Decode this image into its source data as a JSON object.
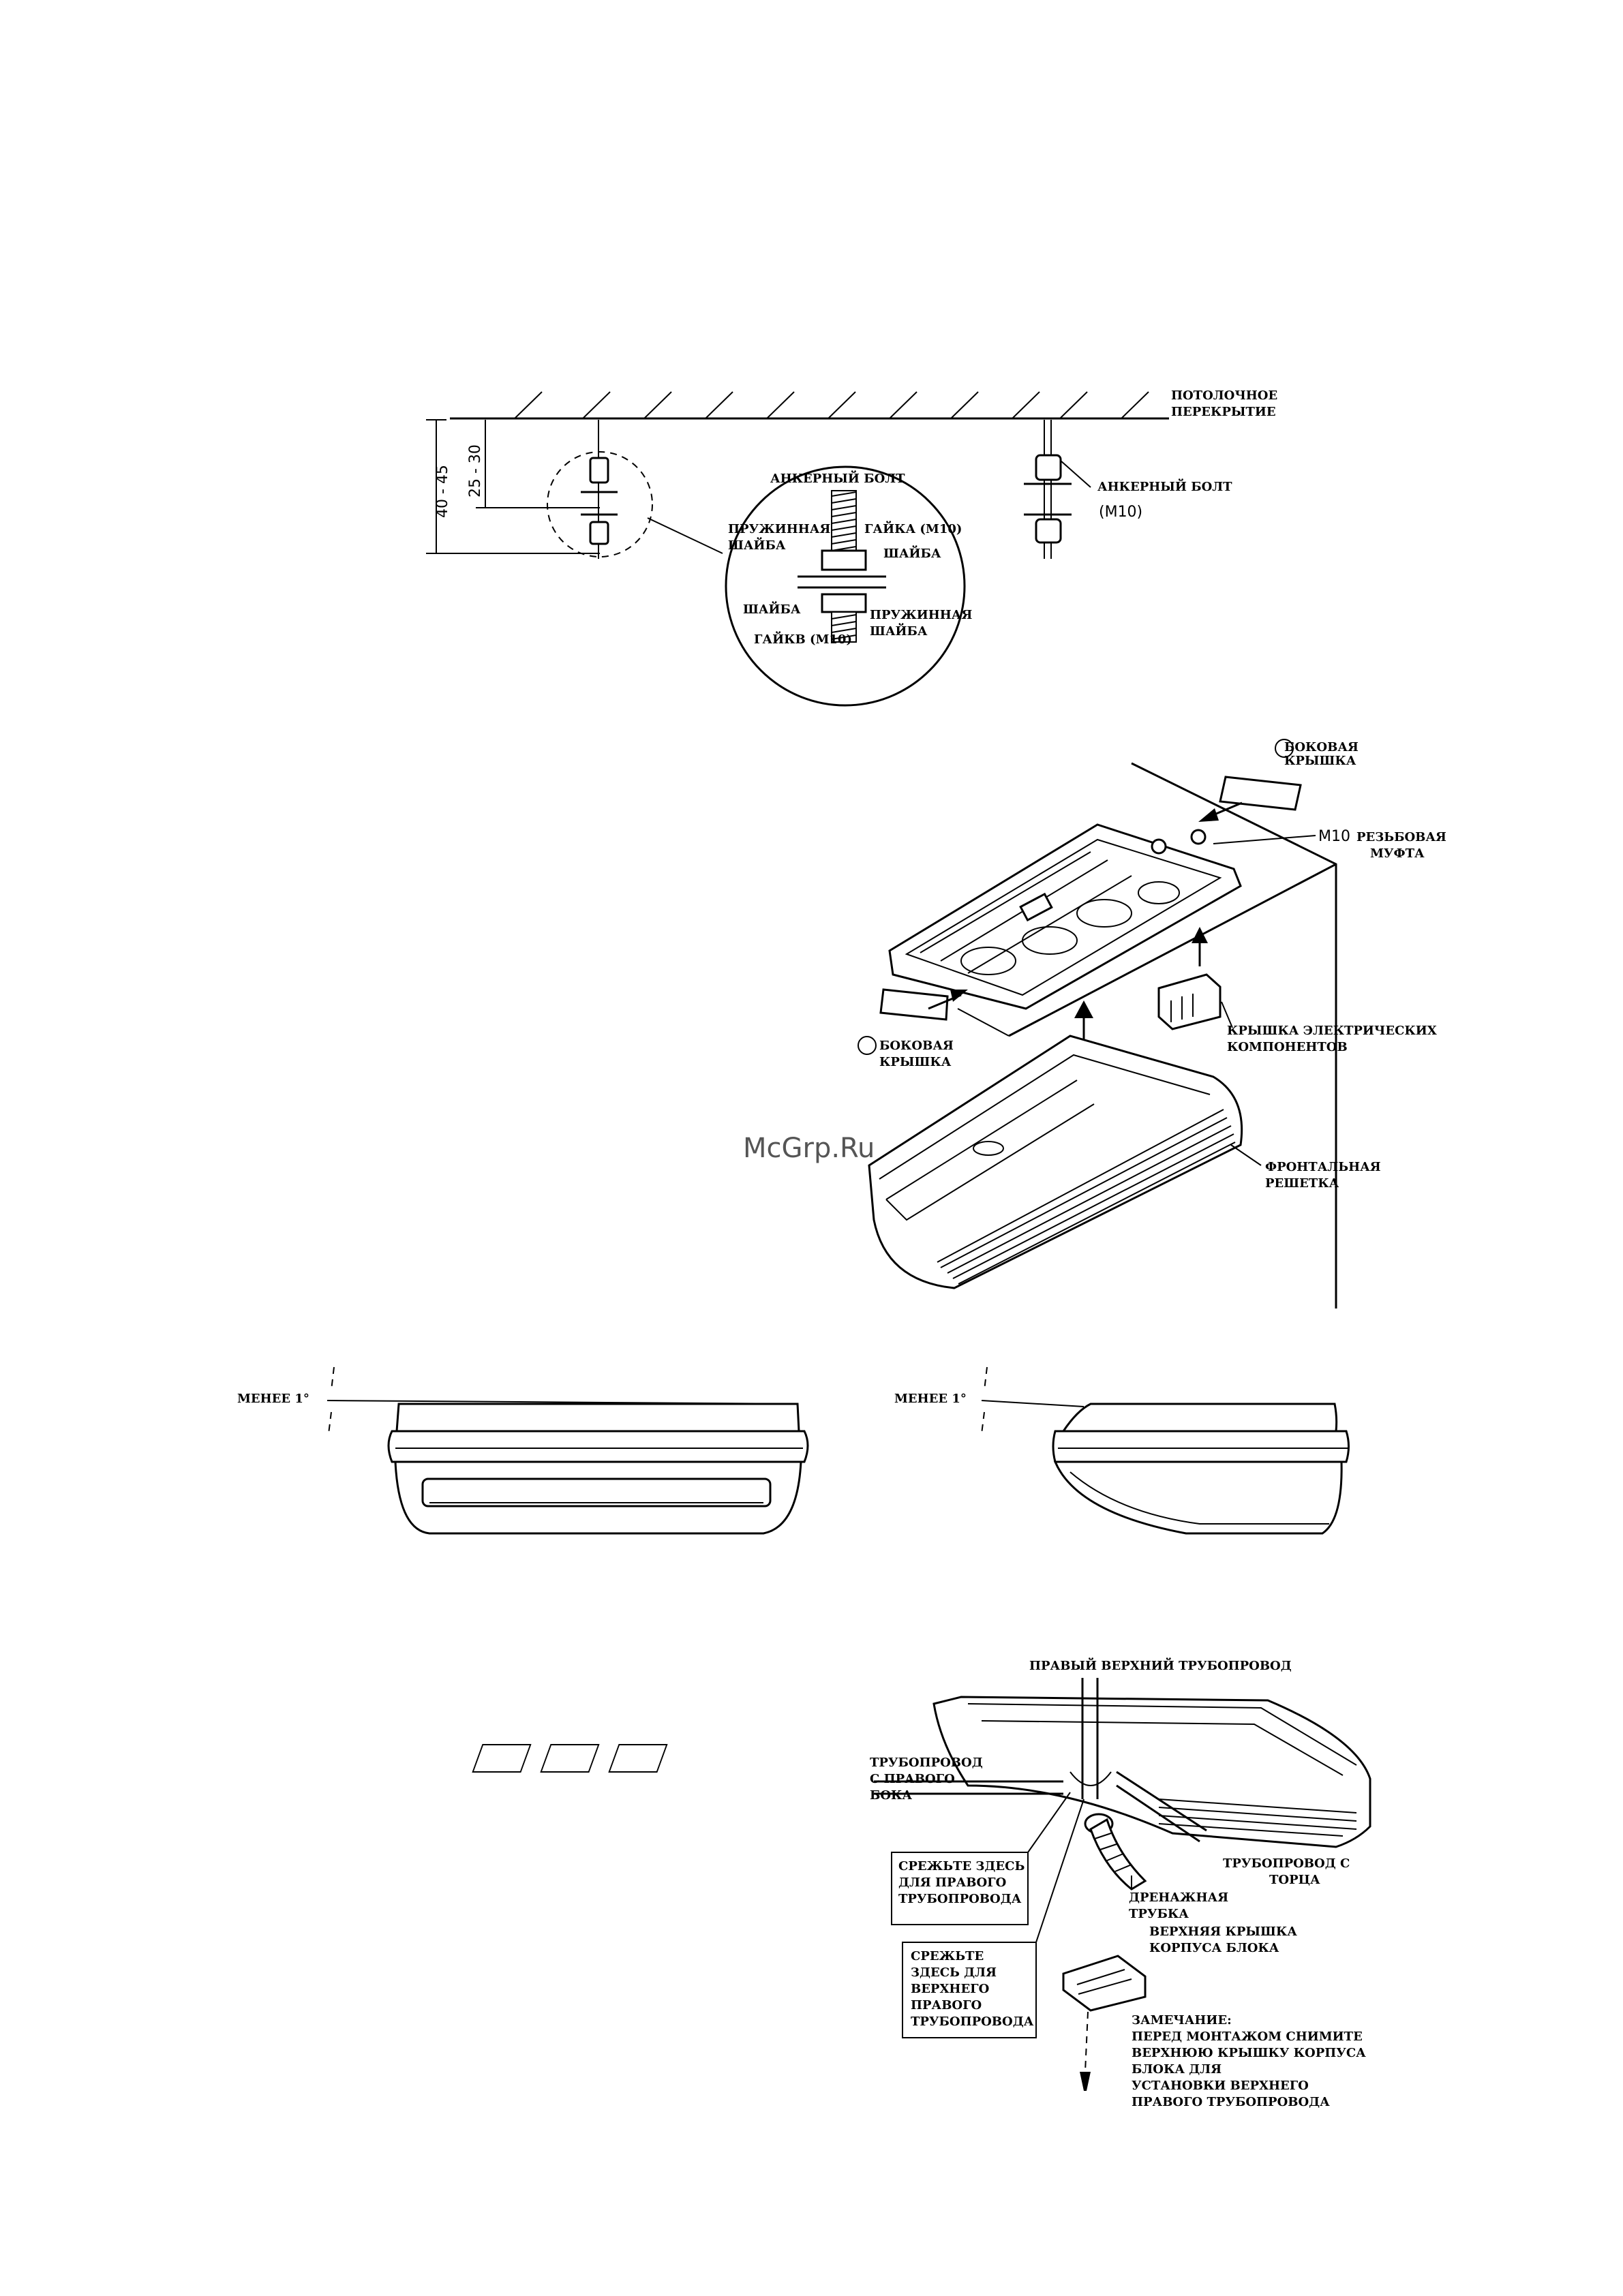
{
  "fig1": {
    "ceiling": [
      "ПОТОЛОЧНОЕ",
      "ПЕРЕКРЫТИЕ"
    ],
    "anchor_bolt_right": "АНКЕРНЫЙ БОЛТ",
    "m10_right": "(M10)",
    "dim_outer": "40 - 45",
    "dim_inner": "25 - 30",
    "anchor_bolt_detail": "АНКЕРНЫЙ БОЛТ",
    "spring_washer_top": [
      "ПРУЖИННАЯ",
      "ШАЙБА"
    ],
    "nut_m10_top": "ГАЙКА (M10)",
    "washer_top": "ШАЙБА",
    "washer_left": "ШАЙБА",
    "spring_washer_bottom": [
      "ПРУЖИННАЯ",
      "ШАЙБА"
    ],
    "nut_m10_bottom": "ГАЙКВ (M10)"
  },
  "fig2": {
    "side_cover_top": [
      "БОКОВАЯ",
      "КРЫШКА"
    ],
    "threaded_coupling_m10": "M10",
    "threaded_coupling": [
      "РЕЗЬБОВАЯ",
      "МУФТА"
    ],
    "side_cover_left": [
      "БОКОВАЯ",
      "КРЫШКА"
    ],
    "electrical_cover": [
      "КРЫШКА ЭЛЕКТРИЧЕСКИХ",
      "КОМПОНЕНТОВ"
    ],
    "front_grille": [
      "ФРОНТАЛЬНАЯ",
      "РЕШЕТКА"
    ],
    "watermark": "McGrp.Ru"
  },
  "fig3": {
    "less_left": "МЕНЕЕ 1°",
    "less_right": "МЕНЕЕ 1°"
  },
  "fig4": {
    "right_top_pipe": "ПРАВЫЙ ВЕРХНИЙ ТРУБОПРОВОД",
    "right_side_pipe": [
      "ТРУБОПРОВОД",
      "С ПРАВОГО",
      "БОКА"
    ],
    "cut_right_pipe": [
      "СРЕЖЬТЕ ЗДЕСЬ",
      "ДЛЯ ПРАВОГО",
      "ТРУБОПРОВОДА"
    ],
    "drain_tube": [
      "ДРЕНАЖНАЯ",
      "ТРУБКА"
    ],
    "end_pipe": [
      "ТРУБОПРОВОД С",
      "ТОРЦА"
    ],
    "cut_upper_right_pipe": [
      "СРЕЖЬТЕ",
      "ЗДЕСЬ ДЛЯ",
      "ВЕРХНЕГО",
      "ПРАВОГО",
      "ТРУБОПРОВОДА"
    ],
    "top_cover": [
      "ВЕРХНЯЯ КРЫШКА",
      "КОРПУСА БЛОКА"
    ],
    "note": [
      "ЗАМЕЧАНИЕ:",
      "ПЕРЕД МОНТАЖОМ СНИМИТЕ",
      "ВЕРХНЮЮ КРЫШКУ КОРПУСА",
      "БЛОКА ДЛЯ",
      "УСТАНОВКИ ВЕРХНЕГО",
      "ПРАВОГО ТРУБОПРОВОДА"
    ]
  }
}
